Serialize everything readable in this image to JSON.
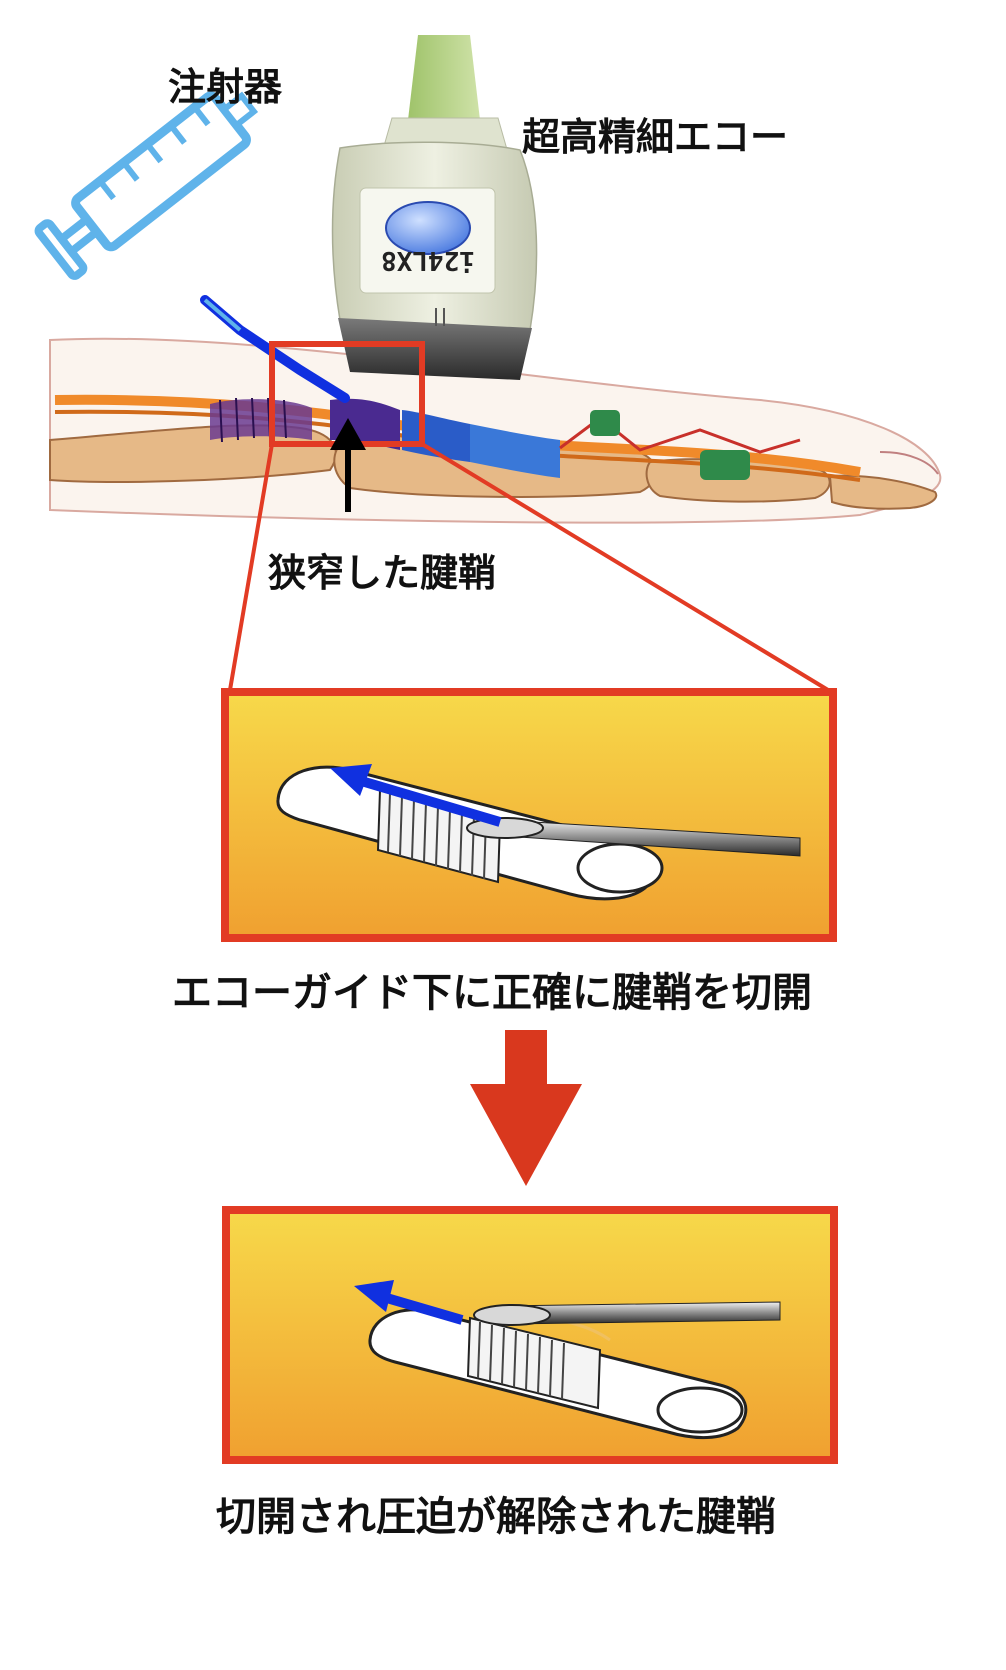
{
  "labels": {
    "syringe": "注射器",
    "echo": "超高精細エコー",
    "probe_model": "i24LX8",
    "stenosis": "狭窄した腱鞘",
    "step1_caption": "エコーガイド下に正確に腱鞘を切開",
    "step2_caption": "切開され圧迫が解除された腱鞘"
  },
  "colors": {
    "frame_red": "#e23b24",
    "panel_top": "#f7d94a",
    "panel_bottom": "#f0a030",
    "arrow_red": "#d9381e",
    "needle_blue": "#1030e0",
    "syringe_blue": "#5fb3ea",
    "sheath_purple": "#4a2a90",
    "sheath_blue": "#2a5cc8",
    "sheath_green": "#2f8a4a",
    "bone": "#e6b987",
    "tendon_orange": "#f08a2a"
  },
  "icons": {
    "syringe": "syringe-icon",
    "probe": "ultrasound-probe-icon",
    "down_arrow": "arrow-down-icon",
    "pointer_arrow": "arrow-up-icon"
  }
}
